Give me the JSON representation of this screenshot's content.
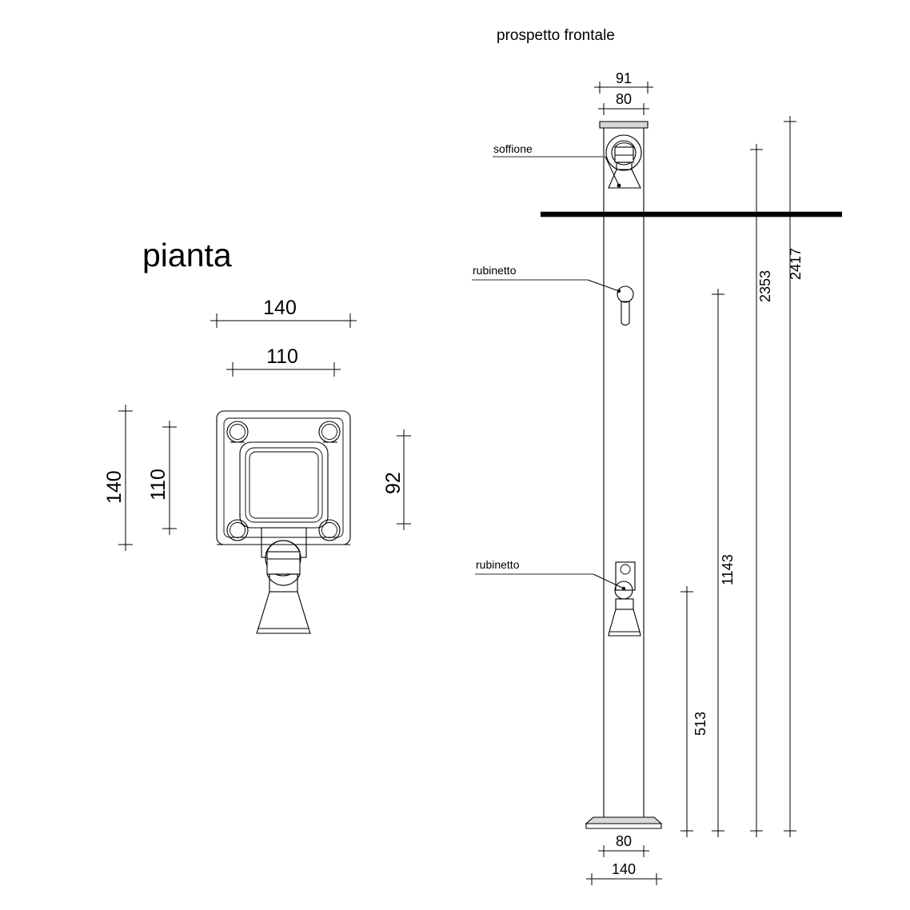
{
  "drawing": {
    "views": {
      "plan": {
        "title": "pianta",
        "dimensions": {
          "width_outer": "140",
          "width_inner": "110",
          "height_outer": "140",
          "height_inner": "110",
          "spout_offset": "92"
        }
      },
      "front_elevation": {
        "title": "prospetto frontale",
        "dimensions": {
          "top_outer": "91",
          "top_inner": "80",
          "base_inner": "80",
          "base_outer": "140",
          "height_total": "2417",
          "height_shower": "2353",
          "height_tap_upper": "1143",
          "height_tap_lower": "513"
        },
        "callouts": {
          "shower_head": "soffione",
          "tap_upper": "rubinetto",
          "tap_lower": "rubinetto"
        }
      }
    },
    "colors": {
      "line": "#000000",
      "ground": "#000000",
      "leader": "#555555",
      "fill_metal": "#d8d8d8",
      "background": "#ffffff"
    }
  }
}
